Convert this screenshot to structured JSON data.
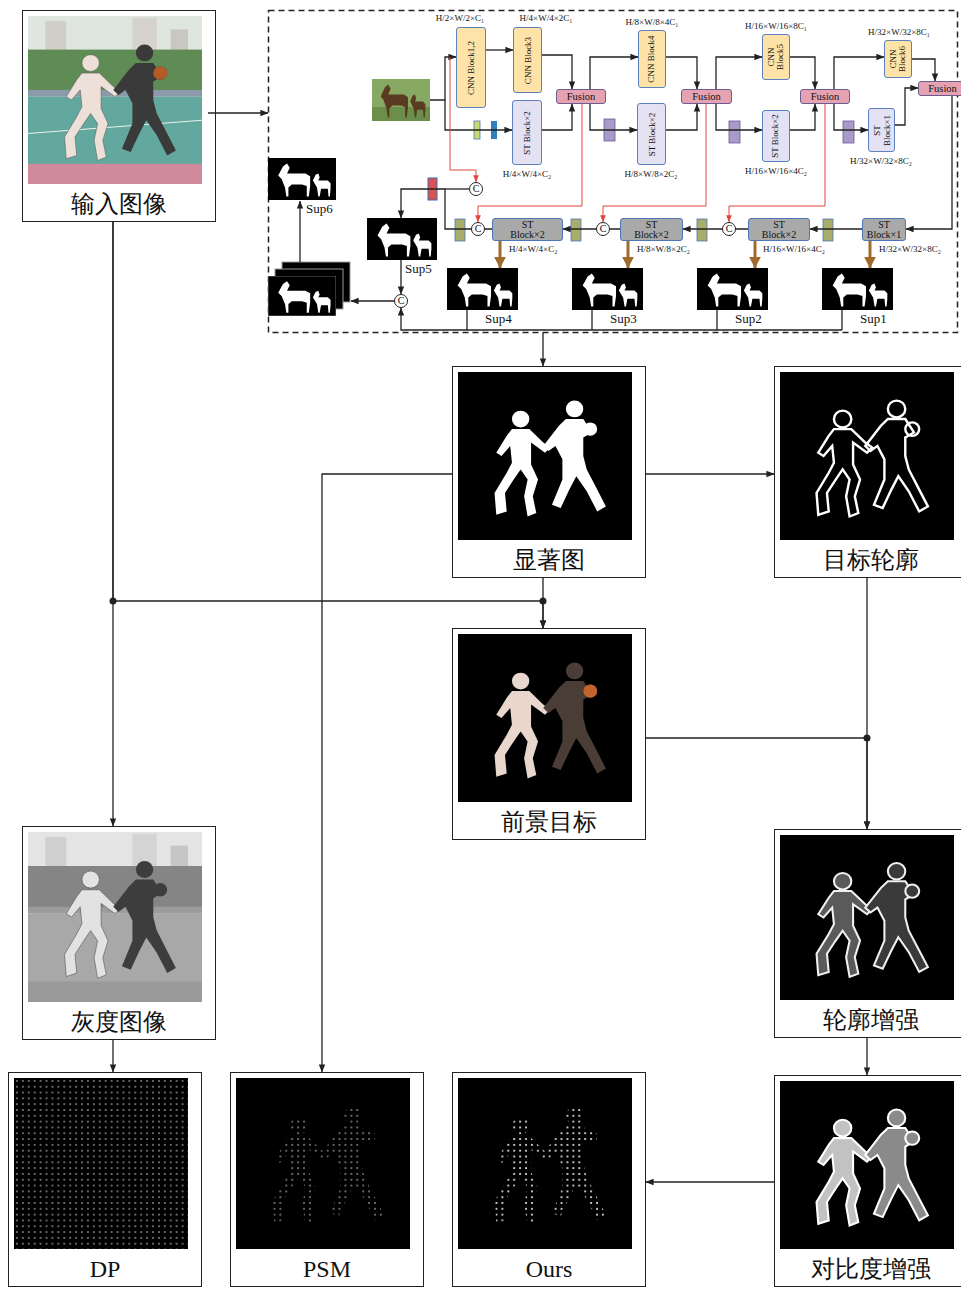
{
  "diagram": {
    "nodes": [
      {
        "text": [
          "输入图像"
        ]
      },
      {
        "text": [
          "CNN Block1,2"
        ]
      },
      {
        "text": [
          "CNN Block3"
        ]
      },
      {
        "text": [
          "CNN Block4"
        ]
      },
      {
        "text": [
          "CNN Block5"
        ]
      },
      {
        "text": [
          "CNN Block6"
        ]
      },
      {
        "text": [
          "ST Block×2"
        ]
      },
      {
        "text": [
          "Fusion"
        ]
      },
      {
        "text": [
          "ST Block×2"
        ]
      },
      {
        "text": [
          "Fusion"
        ]
      },
      {
        "text": [
          "ST Block×2"
        ]
      },
      {
        "text": [
          "Fusion"
        ]
      },
      {
        "text": [
          "ST Block×1"
        ]
      },
      {
        "text": [
          "Fusion"
        ]
      },
      {
        "text": [
          "ST Block×1"
        ]
      },
      {
        "text": [
          "ST Block×2"
        ]
      },
      {
        "text": [
          "ST Block×2"
        ]
      },
      {
        "text": [
          "ST Block×2"
        ]
      },
      {
        "text": [
          "Sup1"
        ]
      },
      {
        "text": [
          "Sup2"
        ]
      },
      {
        "text": [
          "Sup3"
        ]
      },
      {
        "text": [
          "Sup4"
        ]
      },
      {
        "text": [
          "Sup5"
        ]
      },
      {
        "text": [
          "Sup6"
        ]
      },
      {
        "text": [
          "显著图"
        ]
      },
      {
        "text": [
          "目标轮廓"
        ]
      },
      {
        "text": [
          "前景目标"
        ]
      },
      {
        "text": [
          "灰度图像"
        ]
      },
      {
        "text": [
          "轮廓增强"
        ]
      },
      {
        "text": [
          "DP"
        ]
      },
      {
        "text": [
          "PSM"
        ]
      },
      {
        "text": [
          "Ours"
        ]
      },
      {
        "text": [
          "对比度增强"
        ]
      }
    ],
    "edges": [
      {
        "from": 1,
        "to": 2,
        "arrow": "to"
      },
      {
        "from": 2,
        "to": 7,
        "arrow": "to"
      },
      {
        "from": 6,
        "to": 7,
        "arrow": "to"
      },
      {
        "from": 7,
        "to": 3,
        "arrow": "to"
      },
      {
        "from": 7,
        "to": 8,
        "arrow": "to"
      },
      {
        "from": 3,
        "to": 9,
        "arrow": "to"
      },
      {
        "from": 8,
        "to": 9,
        "arrow": "to"
      },
      {
        "from": 9,
        "to": 4,
        "arrow": "to"
      },
      {
        "from": 9,
        "to": 10,
        "arrow": "to"
      },
      {
        "from": 4,
        "to": 11,
        "arrow": "to"
      },
      {
        "from": 10,
        "to": 11,
        "arrow": "to"
      },
      {
        "from": 11,
        "to": 5,
        "arrow": "to"
      },
      {
        "from": 11,
        "to": 12,
        "arrow": "to"
      },
      {
        "from": 5,
        "to": 13,
        "arrow": "to"
      },
      {
        "from": 12,
        "to": 13,
        "arrow": "to"
      },
      {
        "from": 13,
        "to": 14,
        "arrow": "to"
      },
      {
        "from": 14,
        "to": 15,
        "arrow": "to"
      },
      {
        "from": 15,
        "to": 16,
        "arrow": "to"
      },
      {
        "from": 16,
        "to": 17,
        "arrow": "to"
      },
      {
        "from": 17,
        "to": 22,
        "arrow": "to"
      },
      {
        "from": 14,
        "to": 18,
        "arrow": "to"
      },
      {
        "from": 15,
        "to": 19,
        "arrow": "to"
      },
      {
        "from": 16,
        "to": 20,
        "arrow": "to"
      },
      {
        "from": 17,
        "to": 21,
        "arrow": "to"
      },
      {
        "from": 24,
        "to": 25,
        "arrow": "to"
      },
      {
        "from": 24,
        "to": 30,
        "arrow": "to"
      },
      {
        "from": 0,
        "to": 27,
        "arrow": "to"
      },
      {
        "from": 0,
        "to": 26,
        "arrow": "to"
      },
      {
        "from": 24,
        "to": 26,
        "arrow": "to"
      },
      {
        "from": 26,
        "to": 28,
        "arrow": "to"
      },
      {
        "from": 25,
        "to": 28,
        "arrow": "to"
      },
      {
        "from": 28,
        "to": 32,
        "arrow": "to"
      },
      {
        "from": 32,
        "to": 31,
        "arrow": "to"
      },
      {
        "from": 27,
        "to": 29,
        "arrow": "to"
      }
    ],
    "labels": [
      "H/2×W/2×C₁",
      "H/4×W/4×2C₁",
      "H/8×W/8×4C₁",
      "H/16×W/16×8C₁",
      "H/32×W/32×8C₁",
      "H/4×W/4×C₂",
      "H/8×W/8×2C₂",
      "H/16×W/16×4C₂",
      "H/32×W/32×8C₂",
      "H/4×W/4×C₂",
      "H/8×W/8×2C₂",
      "H/16×W/16×4C₂",
      "H/32×W/32×8C₂",
      "C",
      "C",
      "C",
      "C",
      "C"
    ]
  }
}
